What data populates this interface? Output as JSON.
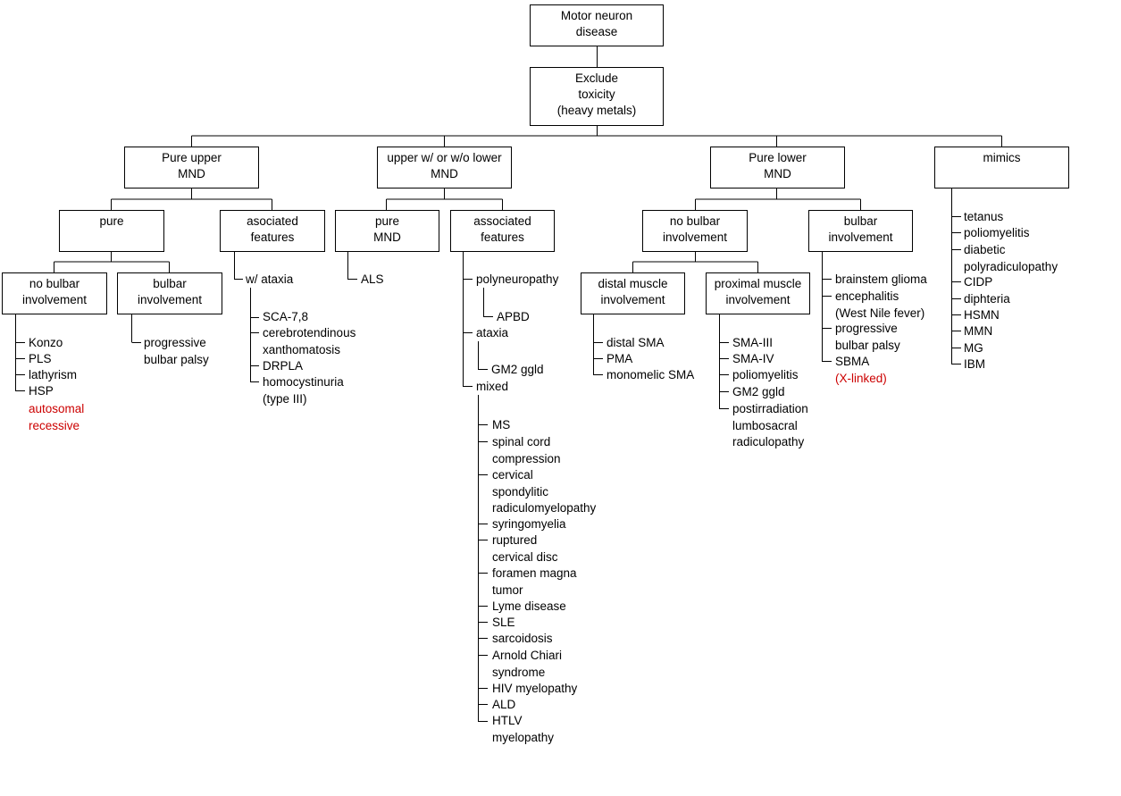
{
  "root": {
    "label": "Motor neuron\ndisease"
  },
  "exclude": {
    "label": "Exclude\ntoxicity\n(heavy metals)"
  },
  "branches": {
    "pure_upper": {
      "label": "Pure upper\nMND",
      "pure": {
        "label": "pure",
        "no_bulbar": {
          "label": "no bulbar\ninvolvement",
          "items": [
            "Konzo",
            "PLS",
            "lathyrism",
            "HSP"
          ],
          "note": "autosomal\nrecessive"
        },
        "bulbar": {
          "label": "bulbar\ninvolvement",
          "items": [
            "progressive\nbulbar palsy"
          ]
        }
      },
      "associated": {
        "label": "asociated\nfeatures",
        "group": "w/ ataxia",
        "items": [
          "SCA-7,8",
          "cerebrotendinous\nxanthomatosis",
          "DRPLA",
          "homocystinuria\n(type III)"
        ]
      }
    },
    "upper_lower": {
      "label": "upper w/ or w/o lower\nMND",
      "pure": {
        "label": "pure\nMND",
        "items": [
          "ALS"
        ]
      },
      "associated": {
        "label": "associated\nfeatures",
        "polyneuropathy": {
          "label": "polyneuropathy",
          "items": [
            "APBD"
          ]
        },
        "ataxia": {
          "label": "ataxia",
          "items": [
            "GM2 ggld"
          ]
        },
        "mixed": {
          "label": "mixed",
          "items": [
            "MS",
            "spinal cord\ncompression",
            "cervical\nspondylitic\nradiculomyelopathy",
            "syringomyelia",
            "ruptured\ncervical disc",
            "foramen magna\ntumor",
            "Lyme disease",
            "SLE",
            "sarcoidosis",
            "Arnold Chiari\nsyndrome",
            "HIV myelopathy",
            "ALD",
            "HTLV\nmyelopathy"
          ]
        }
      }
    },
    "pure_lower": {
      "label": "Pure lower\nMND",
      "no_bulbar": {
        "label": "no bulbar\ninvolvement",
        "distal": {
          "label": "distal muscle\ninvolvement",
          "items": [
            "distal SMA",
            "PMA",
            "monomelic SMA"
          ]
        },
        "proximal": {
          "label": "proximal muscle\ninvolvement",
          "items": [
            "SMA-III",
            "SMA-IV",
            "poliomyelitis",
            "GM2 ggld",
            "postirradiation\nlumbosacral\nradiculopathy"
          ]
        }
      },
      "bulbar": {
        "label": "bulbar\ninvolvement",
        "items": [
          "brainstem glioma",
          "encephalitis\n(West Nile fever)",
          "progressive\nbulbar palsy",
          "SBMA"
        ],
        "note": "(X-linked)"
      }
    },
    "mimics": {
      "label": "mimics",
      "items": [
        "tetanus",
        "poliomyelitis",
        "diabetic\npolyradiculopathy",
        "CIDP",
        "diphteria",
        "HSMN",
        "MMN",
        "MG",
        "IBM"
      ]
    }
  },
  "colors": {
    "line": "#000000",
    "note": "#cc0000"
  }
}
